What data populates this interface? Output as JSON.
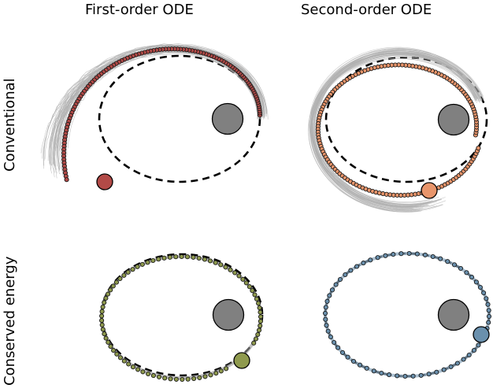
{
  "columns": [
    "First-order ODE",
    "Second-order ODE"
  ],
  "rows": [
    "Conventional",
    "Conserved energy"
  ],
  "panels": [
    {
      "id": "conv-first",
      "color": "#b24a47",
      "fan": true,
      "style": "spiral-out"
    },
    {
      "id": "conv-second",
      "color": "#e8956b",
      "fan": true,
      "style": "loop"
    },
    {
      "id": "cons-first",
      "color": "#8f9a4e",
      "fan": false,
      "style": "shifted-orbit"
    },
    {
      "id": "cons-second",
      "color": "#6a90ad",
      "fan": false,
      "style": "exact-orbit"
    }
  ],
  "colors": {
    "central_body": "#808080",
    "reference_orbit": "#000000",
    "fan_lines": "#b0b0b0"
  }
}
